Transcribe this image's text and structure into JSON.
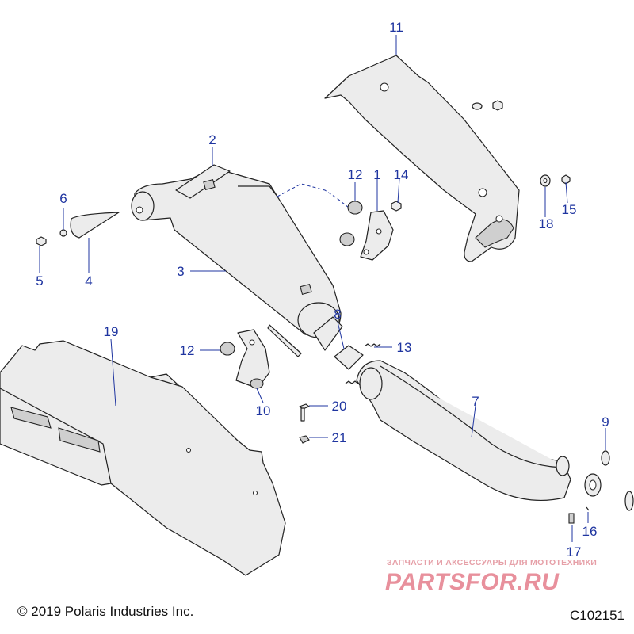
{
  "diagram": {
    "callouts": {
      "c1": "1",
      "c2": "2",
      "c3": "3",
      "c4": "4",
      "c5": "5",
      "c6": "6",
      "c7": "7",
      "c8": "8",
      "c9": "9",
      "c10": "10",
      "c11": "11",
      "c12a": "12",
      "c12b": "12",
      "c13": "13",
      "c14": "14",
      "c15": "15",
      "c16": "16",
      "c17": "17",
      "c18": "18",
      "c19": "19",
      "c20": "20",
      "c21": "21"
    },
    "copyright": "© 2019 Polaris Industries Inc.",
    "diagram_code": "C102151",
    "colors": {
      "callout": "#1f35a0",
      "watermark": "#e8909c"
    }
  },
  "watermark": {
    "tagline": "ЗАПЧАСТИ И АКСЕССУАРЫ ДЛЯ МОТОТЕХНИКИ",
    "logo": "PARTSFOR.RU"
  }
}
